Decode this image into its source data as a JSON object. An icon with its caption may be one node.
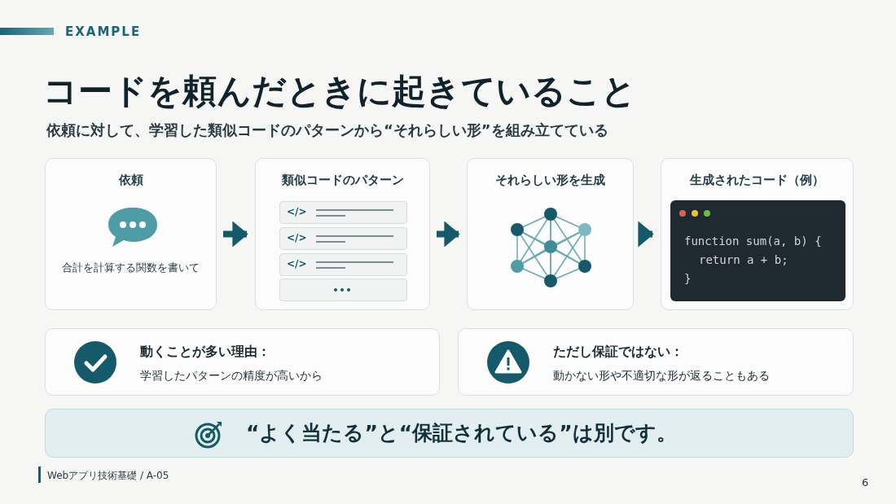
{
  "diagram": {
    "title": "コードを頼んだときに起きていること",
    "nodes": [
      {
        "text": [
          "依頼",
          "合計を計算する関数を書いて"
        ]
      },
      {
        "text": [
          "類似コードのパターン"
        ]
      },
      {
        "text": [
          "</>"
        ],
        "in": 1
      },
      {
        "text": [
          "</>"
        ],
        "in": 1
      },
      {
        "text": [
          "</>"
        ],
        "in": 1
      },
      {
        "text": [],
        "shape": "box",
        "in": 1
      },
      {
        "text": [
          "それらしい形を生成"
        ]
      },
      {
        "text": [
          "生成されたコード（例）"
        ]
      },
      {
        "text": [
          "function sum(a, b) {",
          "return a + b;",
          "}"
        ],
        "in": 7
      },
      {
        "text": [
          "動くことが多い理由：",
          "学習したパターンの精度が高いから"
        ]
      },
      {
        "text": [
          "ただし保証ではない：",
          "動かない形や不適切な形が返ることもある"
        ]
      },
      {
        "text": [
          "“よく当たる”と“保証されている”は別です。"
        ]
      }
    ],
    "edges": [
      {
        "from": 0,
        "to": 1,
        "arrow": "to"
      },
      {
        "from": 1,
        "to": 6,
        "arrow": "to"
      },
      {
        "from": 6,
        "to": 7,
        "arrow": "to"
      }
    ],
    "labels": [
      "EXAMPLE",
      "依頼に対して、学習した類似コードのパターンから“それらしい形”を組み立てている",
      "Webアプリ技術基礎 / A-05",
      "6"
    ]
  }
}
